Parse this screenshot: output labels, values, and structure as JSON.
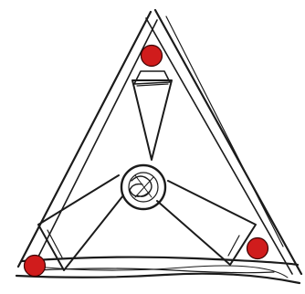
{
  "drawing": {
    "kind": "hand-drawn sketch",
    "frame_shape": "triangle",
    "corner_markers": 3,
    "center_hub": "circle",
    "arms": 3,
    "colors": {
      "ink": "#1b1b1b",
      "marker": "#d01c1c",
      "marker_outline": "#3a0000",
      "background": "#ffffff"
    },
    "icons": {
      "marker": "red-dot",
      "hub": "scribbled-circle"
    }
  }
}
